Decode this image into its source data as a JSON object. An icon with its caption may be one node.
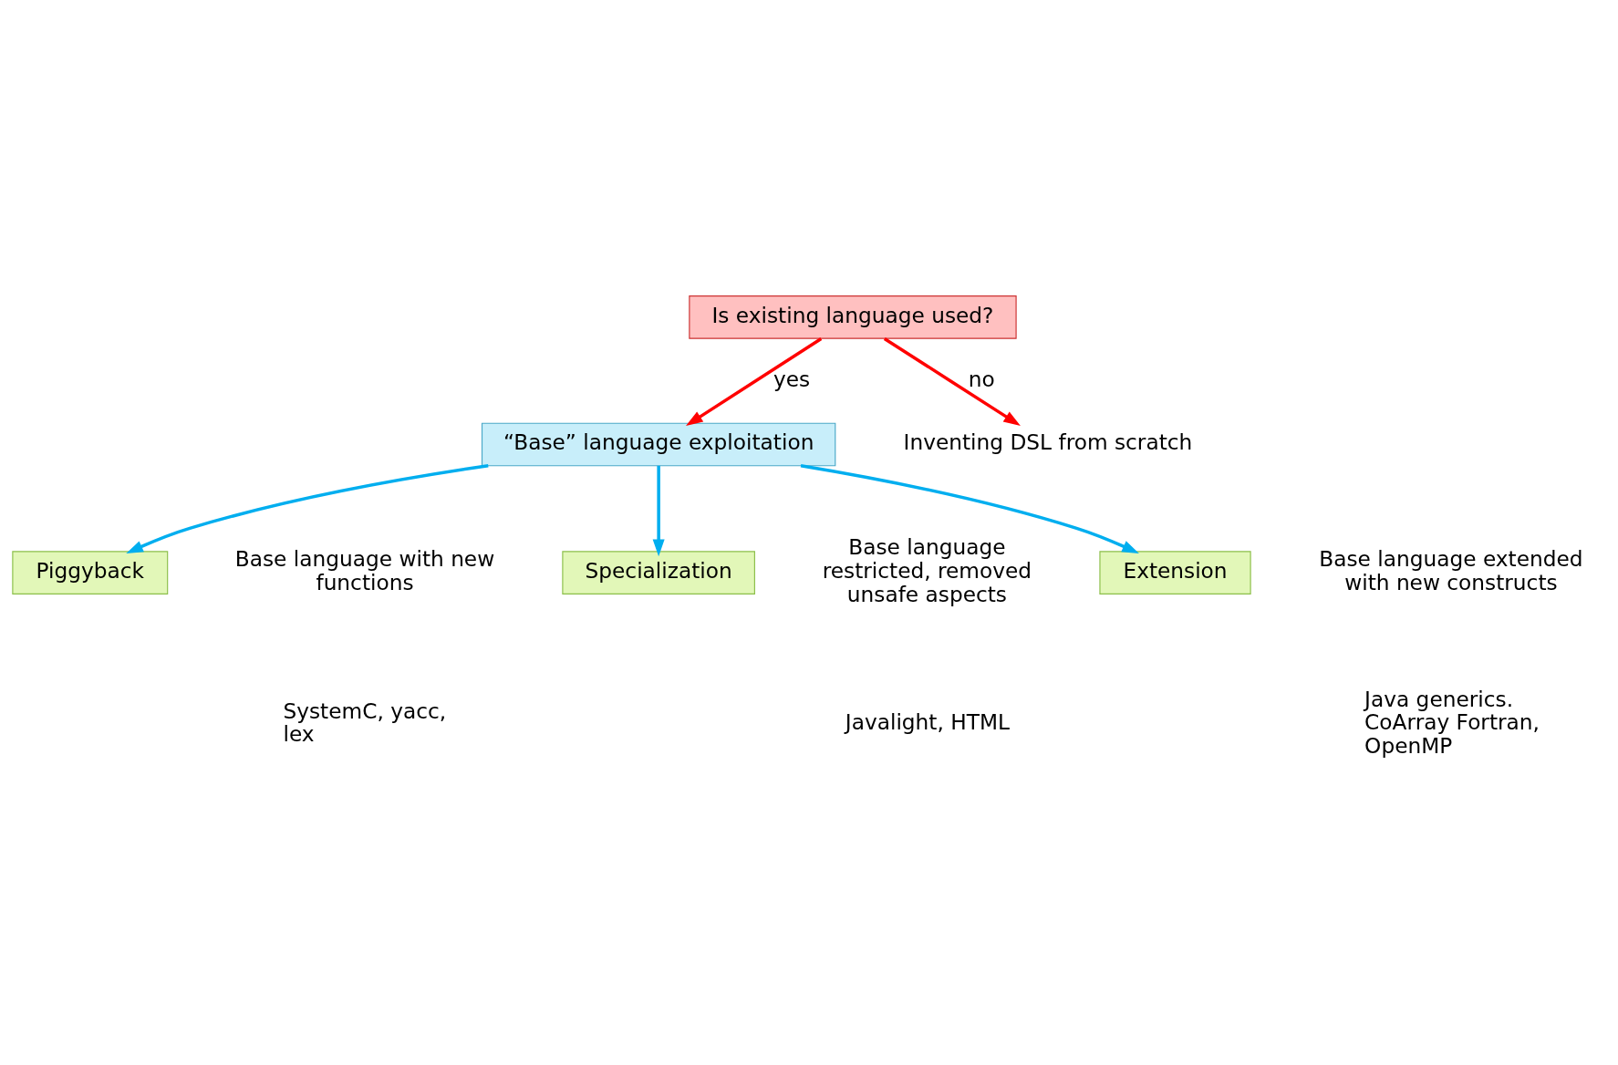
{
  "diagram": {
    "nodes": [
      {
        "text": [
          "Is existing language used?"
        ]
      },
      {
        "text": [
          "“Base” language exploitation"
        ]
      },
      {
        "text": [
          "Inventing DSL from scratch"
        ]
      },
      {
        "text": [
          "Piggyback"
        ],
        "beside": [
          "Base language with new functions"
        ]
      },
      {
        "text": [
          "Specialization"
        ],
        "beside": [
          "Base language restricted, removed unsafe aspects"
        ]
      },
      {
        "text": [
          "Extension"
        ],
        "beside": [
          "Base language extended with new constructs"
        ]
      }
    ],
    "labels": [
      "SystemC, yacc, lex",
      "Javalight, HTML",
      "Java generics. CoArray Fortran, OpenMP"
    ],
    "edges": [
      {
        "from": 0,
        "to": 2,
        "arrow": "to",
        "label": "no",
        "color": "#ff0000"
      },
      {
        "from": 0,
        "to": 1,
        "arrow": "to",
        "label": "yes",
        "color": "#ff0000"
      },
      {
        "from": 1,
        "to": 3,
        "arrow": "to"
      },
      {
        "from": 1,
        "to": 4,
        "arrow": "to"
      },
      {
        "from": 1,
        "to": 5,
        "arrow": "to"
      }
    ]
  }
}
